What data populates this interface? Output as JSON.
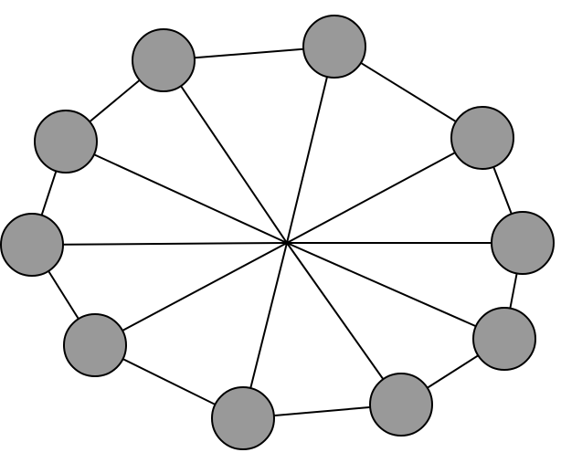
{
  "graph": {
    "node_fill": "#999999",
    "stroke_color": "#000000",
    "background": "#ffffff",
    "node_count": 10,
    "edge_types": [
      "ring",
      "spoke-to-center"
    ],
    "nodes": [
      {
        "id": "n1"
      },
      {
        "id": "n2"
      },
      {
        "id": "n3"
      },
      {
        "id": "n4"
      },
      {
        "id": "n5"
      },
      {
        "id": "n6"
      },
      {
        "id": "n7"
      },
      {
        "id": "n8"
      },
      {
        "id": "n9"
      },
      {
        "id": "n10"
      },
      {
        "id": "n11"
      }
    ],
    "ring_edges": [
      [
        "n1",
        "n2"
      ],
      [
        "n2",
        "n3"
      ],
      [
        "n3",
        "n4"
      ],
      [
        "n4",
        "n5"
      ],
      [
        "n5",
        "n6"
      ],
      [
        "n6",
        "n7"
      ],
      [
        "n7",
        "n8"
      ],
      [
        "n8",
        "n9"
      ],
      [
        "n9",
        "n10"
      ],
      [
        "n10",
        "n11"
      ],
      [
        "n11",
        "n1"
      ]
    ],
    "spoke_nodes": [
      "n1",
      "n2",
      "n3",
      "n4",
      "n5",
      "n6",
      "n7",
      "n8",
      "n9",
      "n10",
      "n11"
    ]
  }
}
